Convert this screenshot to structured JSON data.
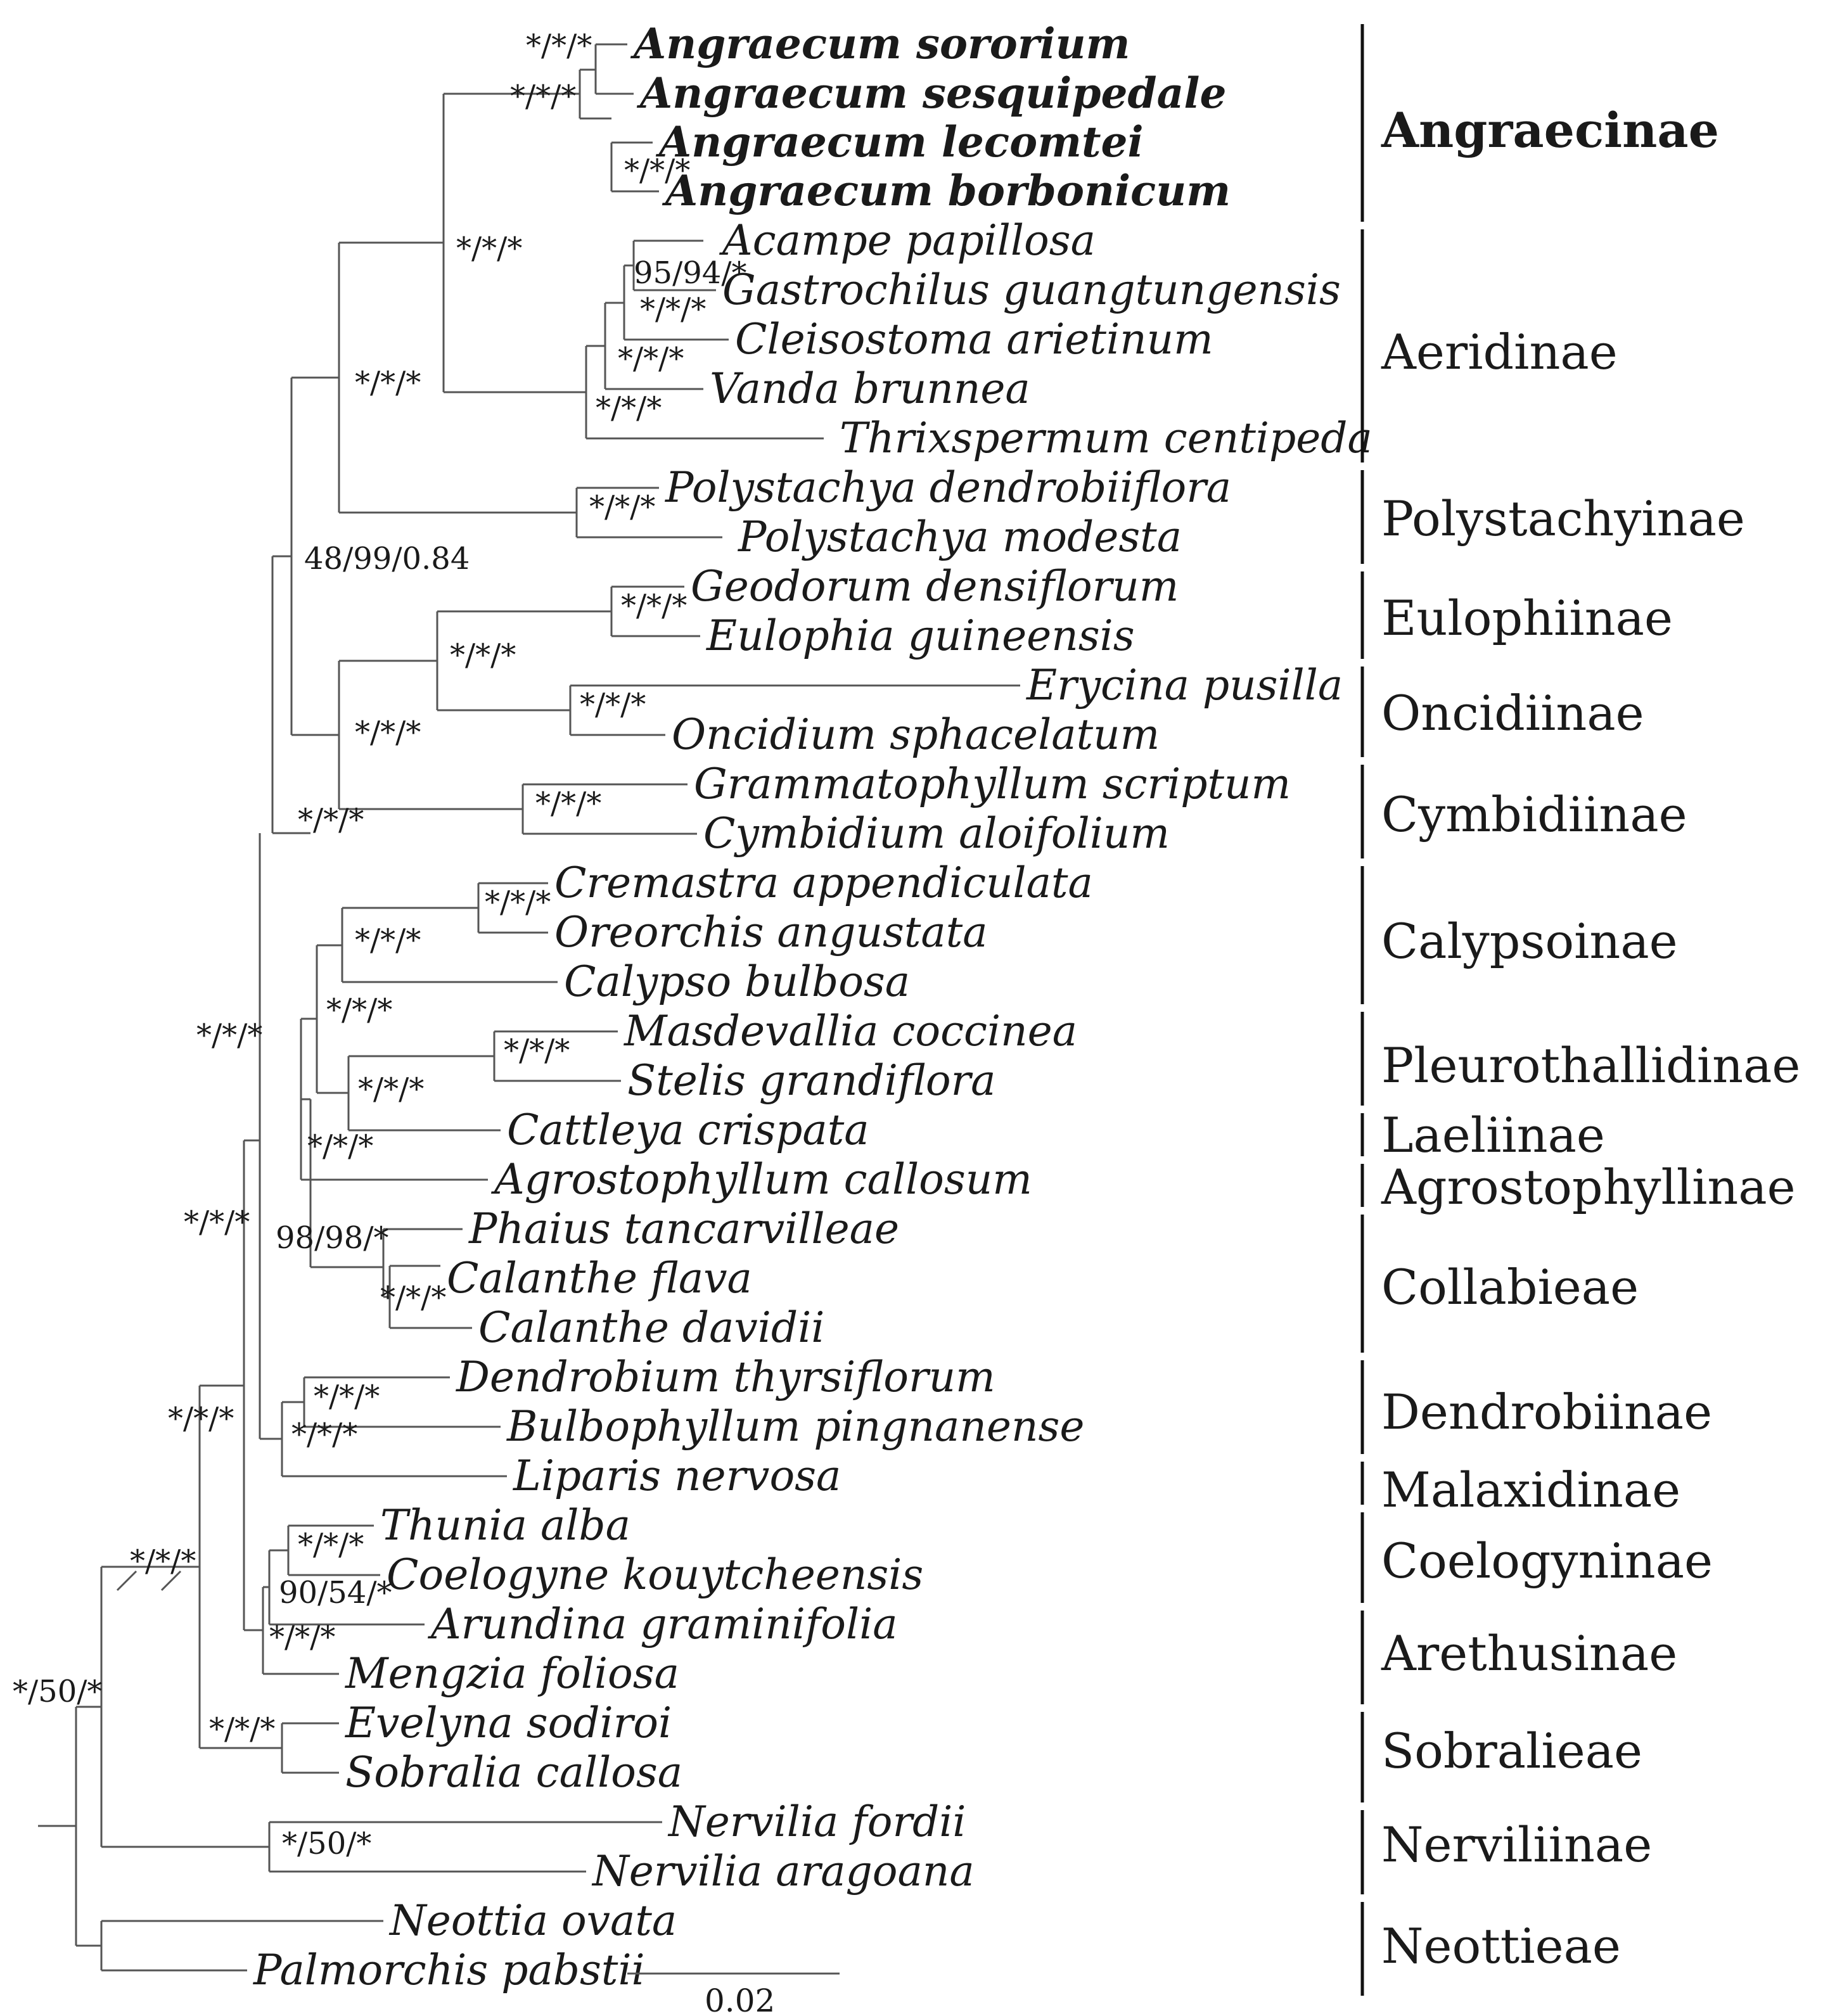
{
  "taxa": [
    {
      "name": "Angraecum sororium",
      "bold": true
    },
    {
      "name": "Angraecum sesquipedale",
      "bold": true
    },
    {
      "name": "Angraecum lecomtei",
      "bold": true
    },
    {
      "name": "Angraecum borbonicum",
      "bold": true
    },
    {
      "name": "Acampe papillosa",
      "bold": false
    },
    {
      "name": "Gastrochilus guangtungensis",
      "bold": false
    },
    {
      "name": "Cleisostoma arietinum",
      "bold": false
    },
    {
      "name": "Vanda brunnea",
      "bold": false
    },
    {
      "name": "Thrixspermum centipeda",
      "bold": false
    },
    {
      "name": "Polystachya dendrobiiflora",
      "bold": false
    },
    {
      "name": "Polystachya modesta",
      "bold": false
    },
    {
      "name": "Geodorum densiflorum",
      "bold": false
    },
    {
      "name": "Eulophia guineensis",
      "bold": false
    },
    {
      "name": "Erycina pusilla",
      "bold": false
    },
    {
      "name": "Oncidium sphacelatum",
      "bold": false
    },
    {
      "name": "Grammatophyllum scriptum",
      "bold": false
    },
    {
      "name": "Cymbidium aloifolium",
      "bold": false
    },
    {
      "name": "Cremastra appendiculata",
      "bold": false
    },
    {
      "name": "Oreorchis angustata",
      "bold": false
    },
    {
      "name": "Calypso bulbosa",
      "bold": false
    },
    {
      "name": "Masdevallia coccinea",
      "bold": false
    },
    {
      "name": "Stelis grandiflora",
      "bold": false
    },
    {
      "name": "Cattleya crispata",
      "bold": false
    },
    {
      "name": "Agrostophyllum callosum",
      "bold": false
    },
    {
      "name": "Phaius tancarvilleae",
      "bold": false
    },
    {
      "name": "Calanthe flava",
      "bold": false
    },
    {
      "name": "Calanthe davidii",
      "bold": false
    },
    {
      "name": "Dendrobium thyrsiflorum",
      "bold": false
    },
    {
      "name": "Bulbophyllum pingnanense",
      "bold": false
    },
    {
      "name": "Liparis nervosa",
      "bold": false
    },
    {
      "name": "Thunia alba",
      "bold": false
    },
    {
      "name": "Coelogyne kouytcheensis",
      "bold": false
    },
    {
      "name": "Arundina graminifolia",
      "bold": false
    },
    {
      "name": "Mengzia foliosa",
      "bold": false
    },
    {
      "name": "Evelyna sodiroi",
      "bold": false
    },
    {
      "name": "Sobralia callosa",
      "bold": false
    },
    {
      "name": "Nervilia fordii",
      "bold": false
    },
    {
      "name": "Nervilia aragoana",
      "bold": false
    },
    {
      "name": "Neottia ovata",
      "bold": false
    },
    {
      "name": "Palmorchis pabstii",
      "bold": false
    }
  ],
  "support_values": [
    "*/*/*",
    "*/*/*",
    "*/*/*",
    "*/*/*",
    "95/94/*",
    "*/*/*",
    "*/*/*",
    "*/*/*",
    "*/*/*",
    "*/*/*",
    "48/99/0.84",
    "*/*/*",
    "*/*/*",
    "*/*/*",
    "*/*/*",
    "*/*/*",
    "*/*/*",
    "*/*/*",
    "*/*/*",
    "*/*/*",
    "*/*/*",
    "*/*/*",
    "*/*/*",
    "*/*/*",
    "98/98/*",
    "*/*/*",
    "*/*/*",
    "*/*/*",
    "*/*/*",
    "*/*/*",
    "*/*/*",
    "90/54/*",
    "*/*/*",
    "*/*/*",
    "*/*/*",
    "*/50/*",
    "*/50/*"
  ],
  "groups": [
    {
      "name": "Angraecinae",
      "bold": true
    },
    {
      "name": "Aeridinae",
      "bold": false
    },
    {
      "name": "Polystachyinae",
      "bold": false
    },
    {
      "name": "Eulophiinae",
      "bold": false
    },
    {
      "name": "Oncidiinae",
      "bold": false
    },
    {
      "name": "Cymbidiinae",
      "bold": false
    },
    {
      "name": "Calypsoinae",
      "bold": false
    },
    {
      "name": "Pleurothallidinae",
      "bold": false
    },
    {
      "name": "Laeliinae",
      "bold": false
    },
    {
      "name": "Agrostophyllinae",
      "bold": false
    },
    {
      "name": "Collabieae",
      "bold": false
    },
    {
      "name": "Dendrobiinae",
      "bold": false
    },
    {
      "name": "Malaxidinae",
      "bold": false
    },
    {
      "name": "Coelogyninae",
      "bold": false
    },
    {
      "name": "Arethusinae",
      "bold": false
    },
    {
      "name": "Sobralieae",
      "bold": false
    },
    {
      "name": "Nerviliinae",
      "bold": false
    },
    {
      "name": "Neottieae",
      "bold": false
    }
  ],
  "scale_bar": {
    "value": 0.02,
    "label": "0.02"
  },
  "colors": {
    "branch": "#555555",
    "text": "#1a1a1a",
    "bar": "#111111"
  }
}
